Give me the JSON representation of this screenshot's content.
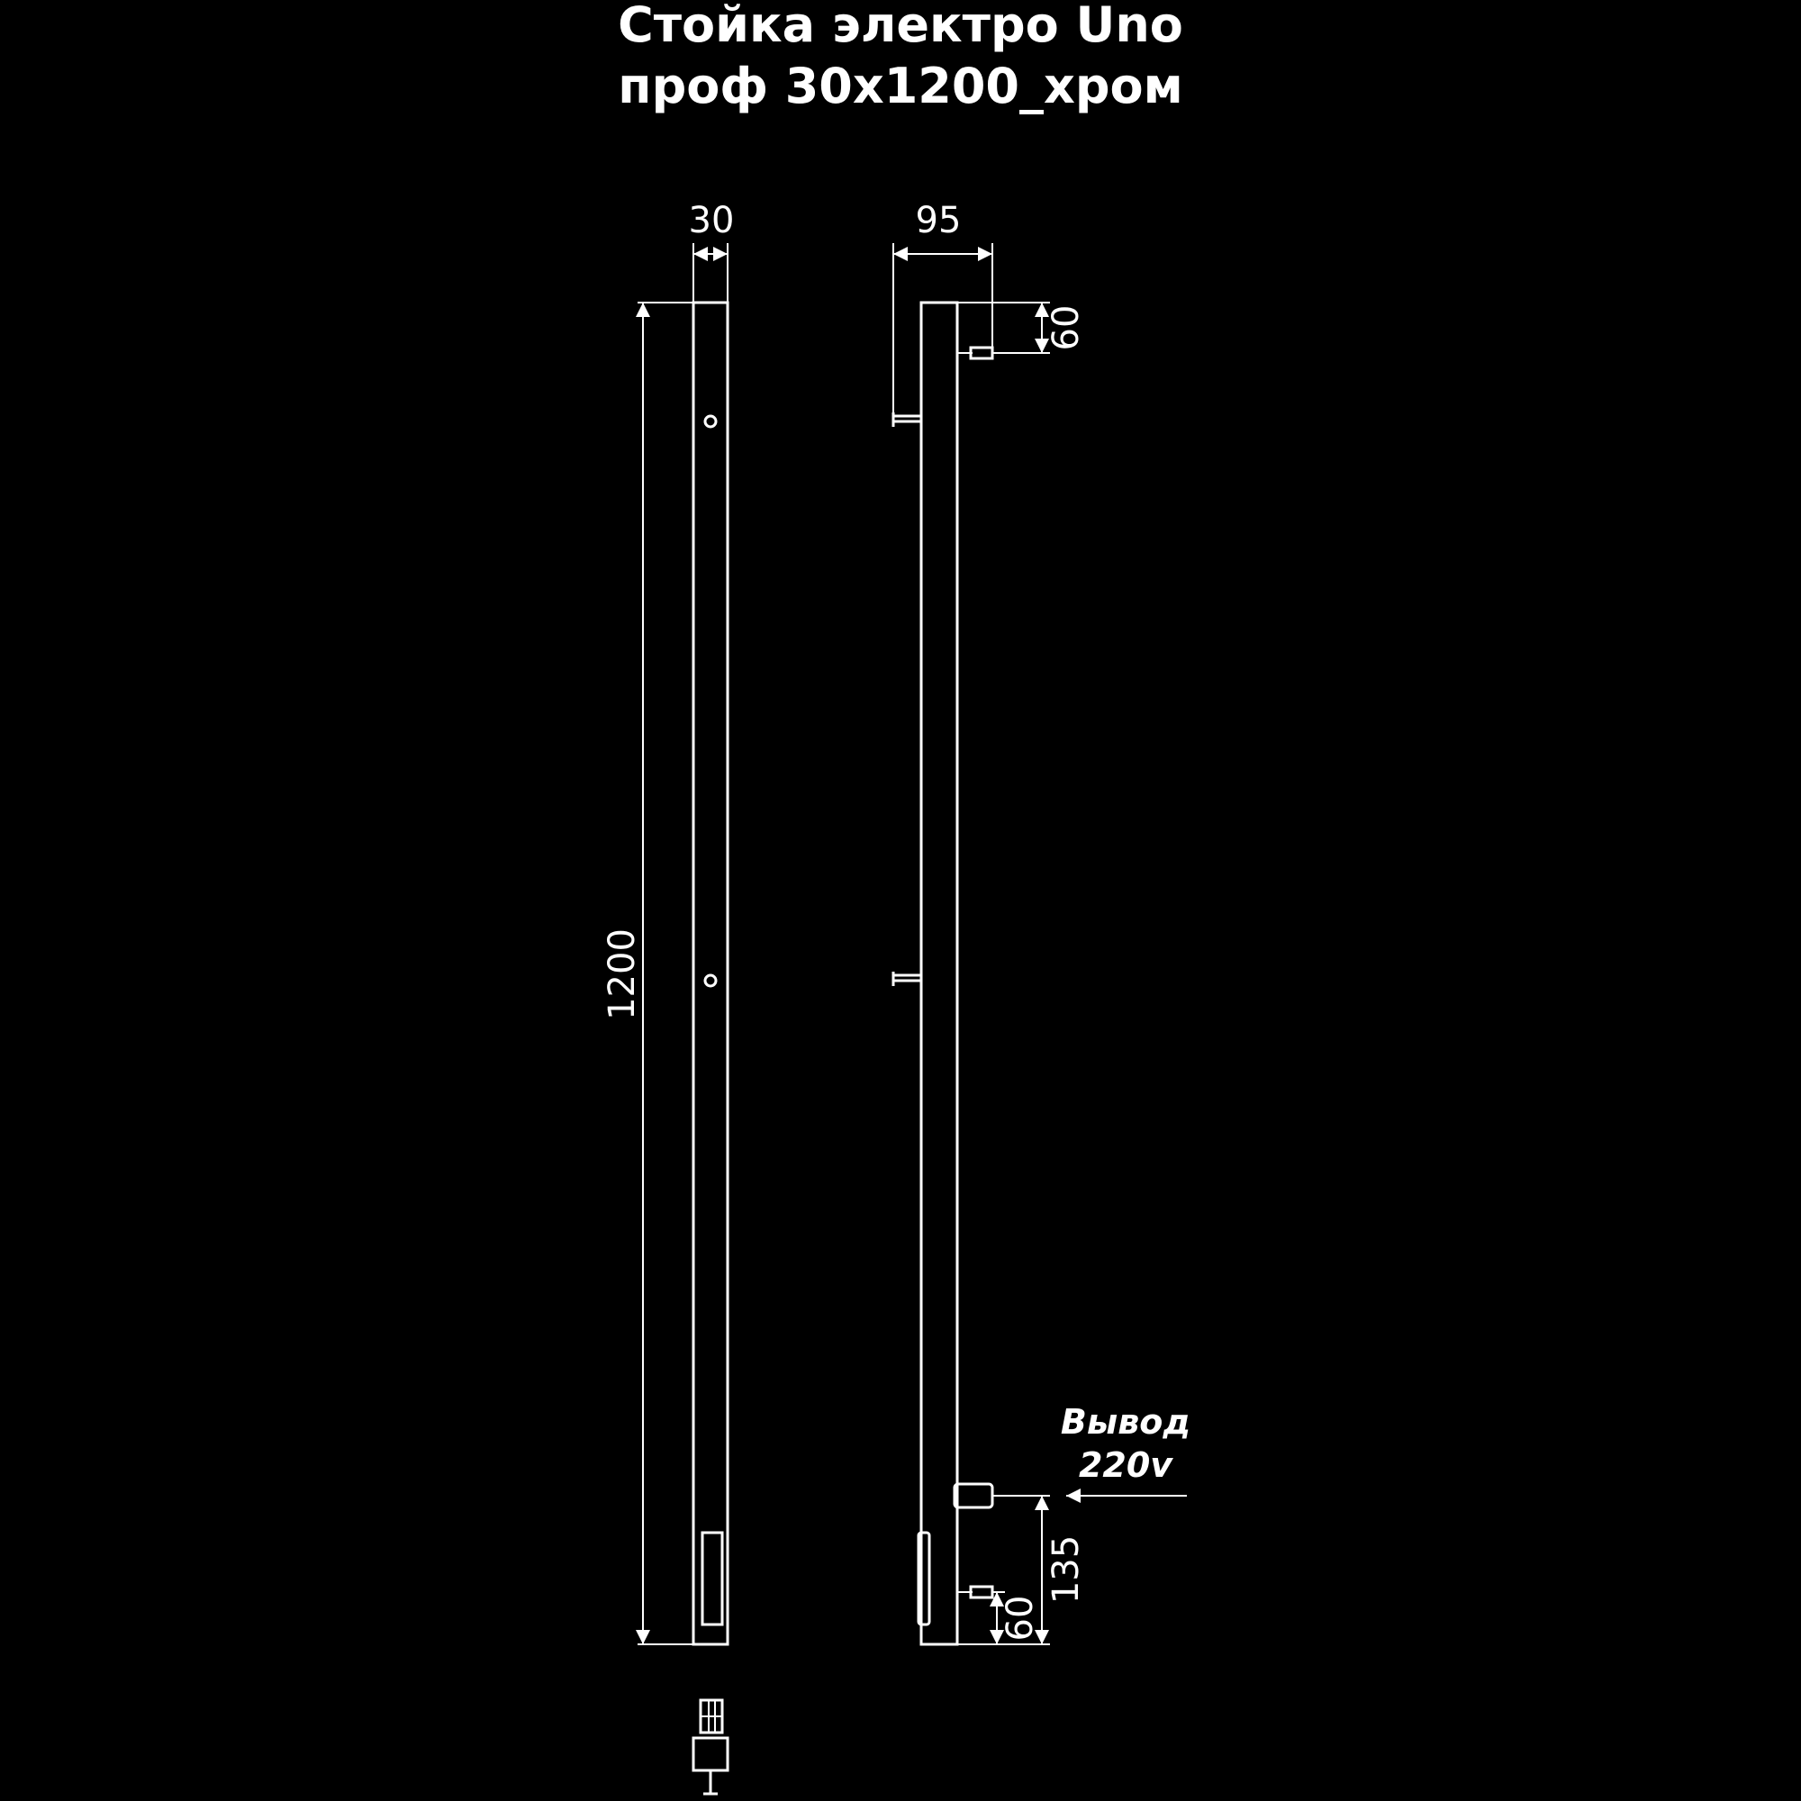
{
  "title": {
    "line1": "Стойка электро Uno",
    "line2": "проф 30х1200_хром"
  },
  "dimensions": {
    "width": "30",
    "height": "1200",
    "depth": "95",
    "top_mount": "60",
    "outlet_height": "135",
    "bottom_mount": "60"
  },
  "outlet_label": {
    "line1": "Вывод",
    "line2": "220v"
  },
  "colors": {
    "background": "#000000",
    "line": "#ffffff"
  }
}
